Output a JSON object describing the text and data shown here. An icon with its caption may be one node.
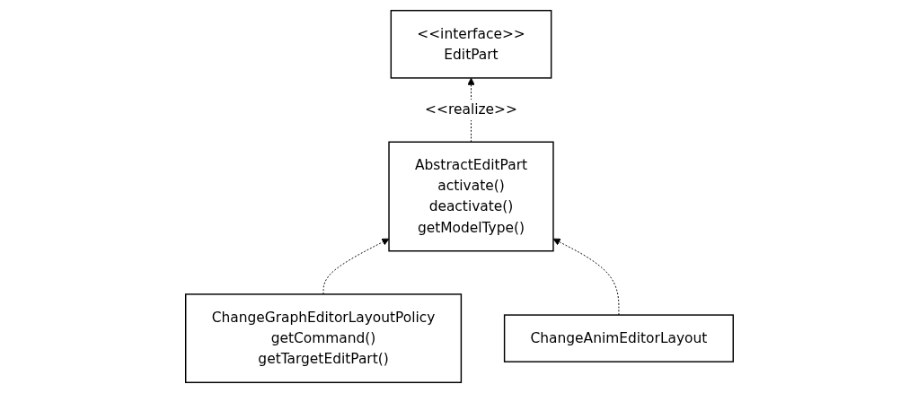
{
  "diagram": {
    "nodes": [
      {
        "text": [
          "<<interface>>",
          "EditPart"
        ]
      },
      {
        "text": [
          "AbstractEditPart",
          "activate()",
          "deactivate()",
          "getModelType()"
        ]
      },
      {
        "text": [
          "ChangeGraphEditorLayoutPolicy",
          "getCommand()",
          "getTargetEditPart()"
        ]
      },
      {
        "text": [
          "ChangeAnimEditorLayout"
        ]
      }
    ],
    "edges": [
      {
        "from": 1,
        "to": 0,
        "arrow": "to",
        "style": "dashed",
        "label": "<<realize>>"
      },
      {
        "from": 2,
        "to": 1,
        "arrow": "to",
        "style": "dashed"
      },
      {
        "from": 3,
        "to": 1,
        "arrow": "to",
        "style": "dashed"
      }
    ]
  }
}
